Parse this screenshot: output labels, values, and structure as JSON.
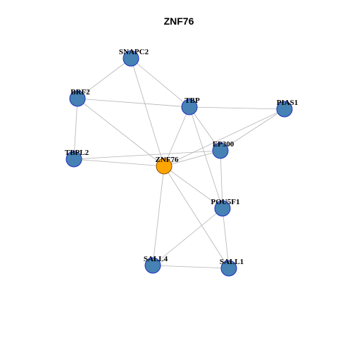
{
  "title": "ZNF76",
  "colors": {
    "node_fill": "#4682B4",
    "node_stroke": "#1f2fbf",
    "center_fill": "#FFA500",
    "center_stroke": "#8a5200",
    "edge": "#b3b3b3"
  },
  "nodes": [
    {
      "id": "SNAPC2",
      "label": "SNAPC2",
      "center": false
    },
    {
      "id": "BRF2",
      "label": "BRF2",
      "center": false
    },
    {
      "id": "TBP",
      "label": "TBP",
      "center": false
    },
    {
      "id": "PIAS1",
      "label": "PIAS1",
      "center": false
    },
    {
      "id": "EP300",
      "label": "EP300",
      "center": false
    },
    {
      "id": "TBPL2",
      "label": "TBPL2",
      "center": false
    },
    {
      "id": "ZNF76",
      "label": "ZNF76",
      "center": true
    },
    {
      "id": "POU5F1",
      "label": "POU5F1",
      "center": false
    },
    {
      "id": "SALL4",
      "label": "SALL4",
      "center": false
    },
    {
      "id": "SALL1",
      "label": "SALL1",
      "center": false
    }
  ],
  "edges": [
    [
      "SNAPC2",
      "BRF2"
    ],
    [
      "SNAPC2",
      "TBP"
    ],
    [
      "SNAPC2",
      "ZNF76"
    ],
    [
      "BRF2",
      "TBP"
    ],
    [
      "BRF2",
      "TBPL2"
    ],
    [
      "BRF2",
      "ZNF76"
    ],
    [
      "TBP",
      "PIAS1"
    ],
    [
      "TBP",
      "EP300"
    ],
    [
      "TBP",
      "ZNF76"
    ],
    [
      "TBP",
      "POU5F1"
    ],
    [
      "PIAS1",
      "EP300"
    ],
    [
      "PIAS1",
      "ZNF76"
    ],
    [
      "EP300",
      "TBPL2"
    ],
    [
      "EP300",
      "ZNF76"
    ],
    [
      "EP300",
      "POU5F1"
    ],
    [
      "TBPL2",
      "ZNF76"
    ],
    [
      "ZNF76",
      "POU5F1"
    ],
    [
      "ZNF76",
      "SALL4"
    ],
    [
      "ZNF76",
      "SALL1"
    ],
    [
      "POU5F1",
      "SALL4"
    ],
    [
      "POU5F1",
      "SALL1"
    ],
    [
      "SALL4",
      "SALL1"
    ]
  ]
}
